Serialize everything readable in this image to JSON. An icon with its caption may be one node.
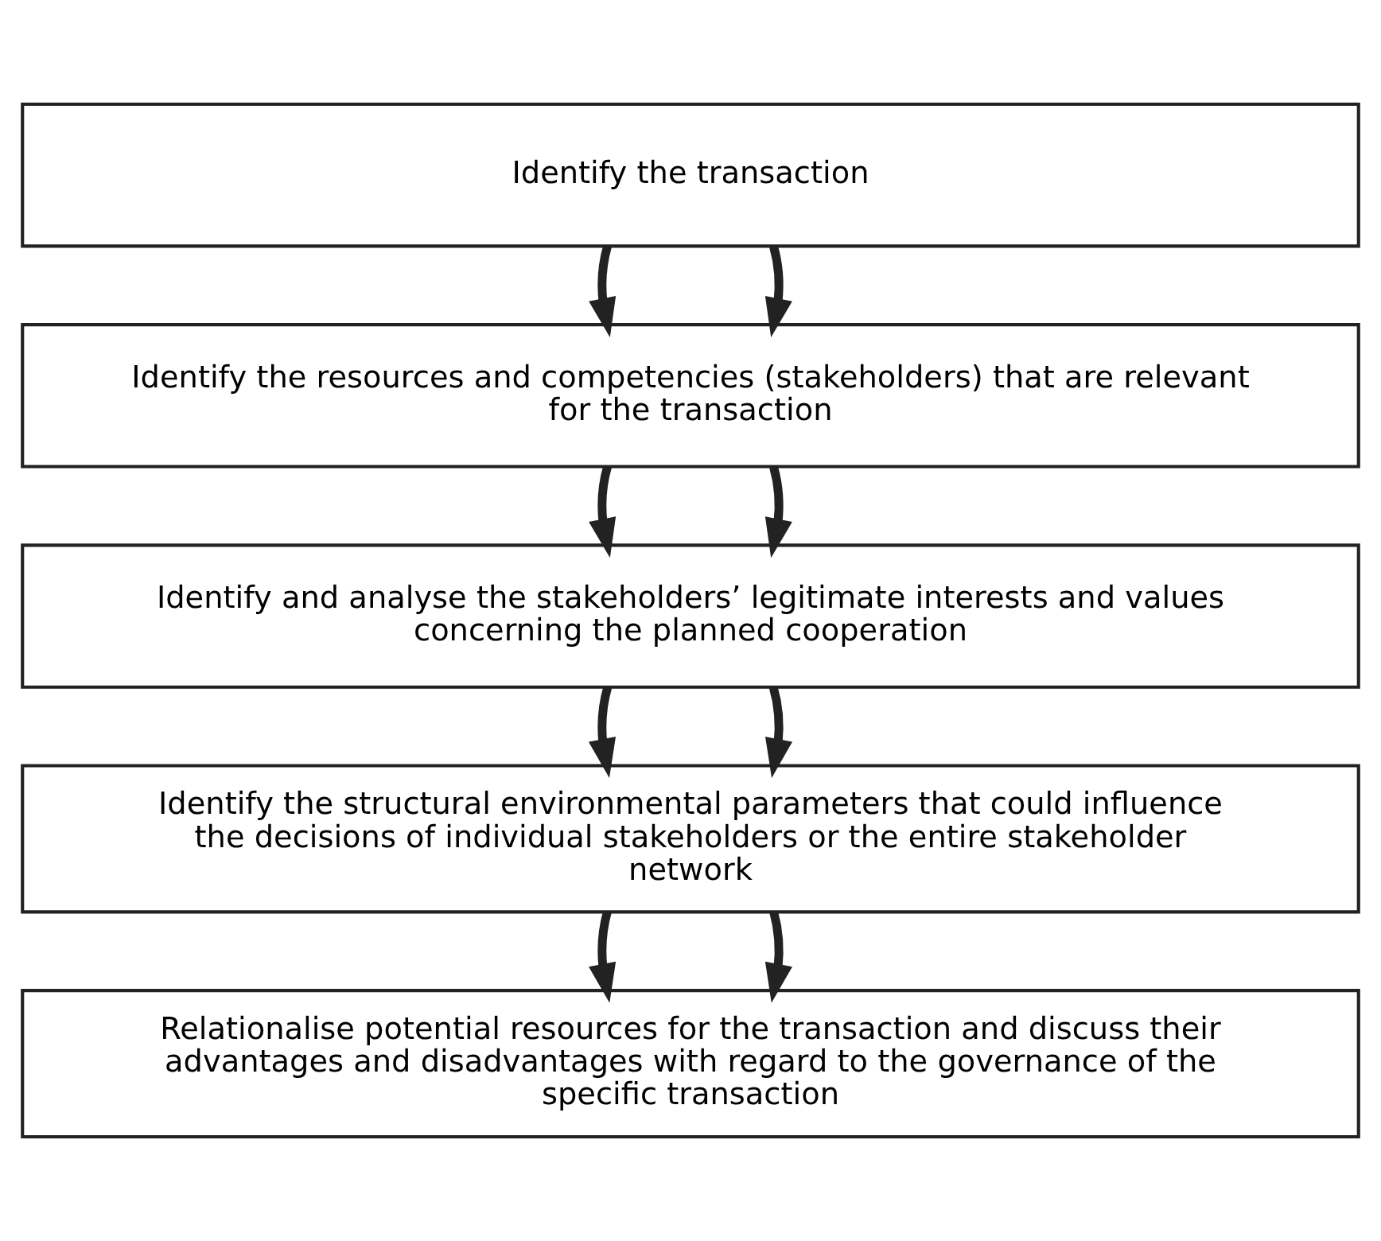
{
  "diagram": {
    "nodes": [
      {
        "text": [
          "Identify the transaction"
        ]
      },
      {
        "text": [
          "Identify the resources and competencies (stakeholders) that are relevant for the transaction"
        ]
      },
      {
        "text": [
          "Identify and analyse the stakeholders’ legitimate interests and values concerning the planned cooperation"
        ]
      },
      {
        "text": [
          "Identify the structural environmental parameters that could influence the decisions of individual stakeholders or the entire stakeholder network"
        ]
      },
      {
        "text": [
          "Relationalise potential resources for the transaction and discuss their advantages and disadvantages with regard to the governance of the specific transaction"
        ]
      }
    ],
    "edges": [
      {
        "from": 0,
        "to": 1,
        "arrow": "to"
      },
      {
        "from": 0,
        "to": 1,
        "arrow": "to"
      },
      {
        "from": 1,
        "to": 2,
        "arrow": "to"
      },
      {
        "from": 1,
        "to": 2,
        "arrow": "to"
      },
      {
        "from": 2,
        "to": 3,
        "arrow": "to"
      },
      {
        "from": 2,
        "to": 3,
        "arrow": "to"
      },
      {
        "from": 3,
        "to": 4,
        "arrow": "to"
      },
      {
        "from": 3,
        "to": 4,
        "arrow": "to"
      }
    ]
  }
}
